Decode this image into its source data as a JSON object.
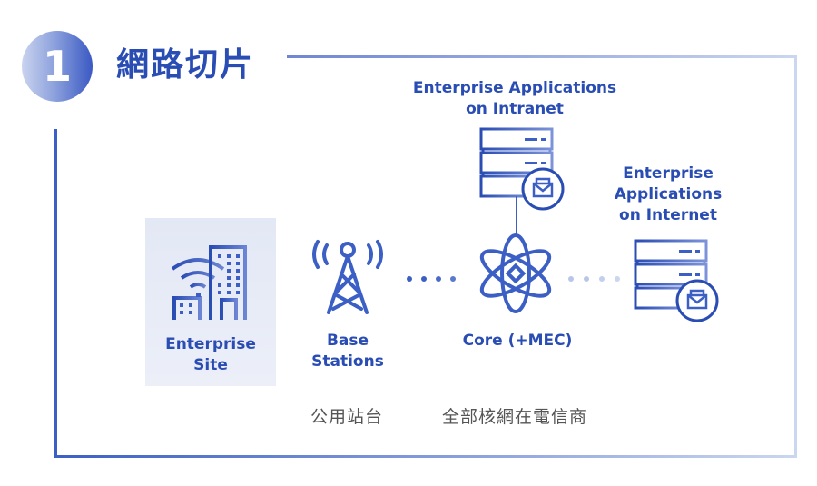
{
  "badge": {
    "number": "1"
  },
  "title": "網路切片",
  "nodes": {
    "enterprise_site": {
      "line1": "Enterprise",
      "line2": "Site"
    },
    "base_stations": {
      "line1": "Base",
      "line2": "Stations"
    },
    "core": {
      "label": "Core (+MEC)"
    },
    "intranet_apps": {
      "line1": "Enterprise Applications",
      "line2": "on Intranet"
    },
    "internet_apps": {
      "line1": "Enterprise",
      "line2": "Applications",
      "line3": "on Internet"
    }
  },
  "captions": {
    "base_stations": "公用站台",
    "core": "全部核網在電信商"
  },
  "colors": {
    "primary": "#2a4db4",
    "light": "#cbd6ef",
    "caption": "#555555"
  }
}
